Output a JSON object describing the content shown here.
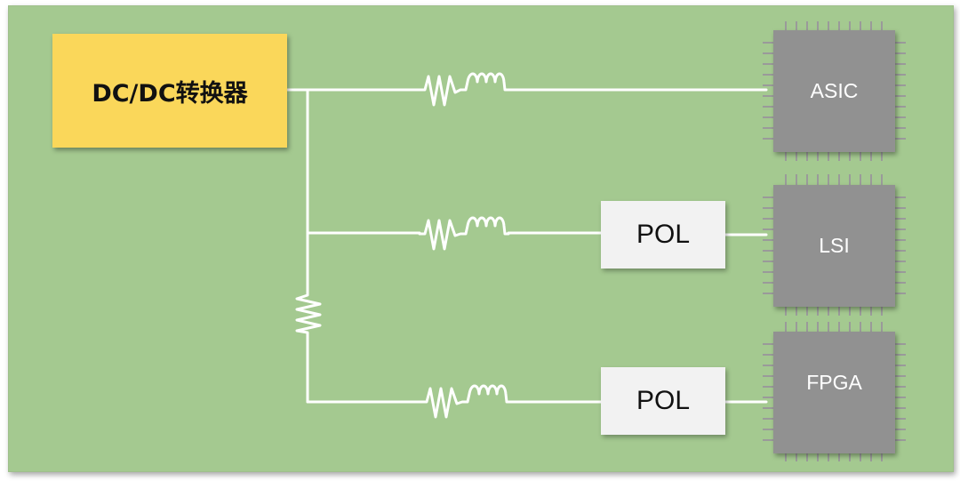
{
  "converter": {
    "label": "DC/DC转换器"
  },
  "pol_blocks": [
    {
      "label": "POL"
    },
    {
      "label": "POL"
    }
  ],
  "chips": [
    {
      "label": "ASIC"
    },
    {
      "label": "LSI"
    },
    {
      "label": "FPGA"
    }
  ],
  "colors": {
    "board": "#a4c990",
    "converter": "#fad75a",
    "pol": "#f2f2f2",
    "chip": "#919191",
    "wire": "#ffffff"
  }
}
